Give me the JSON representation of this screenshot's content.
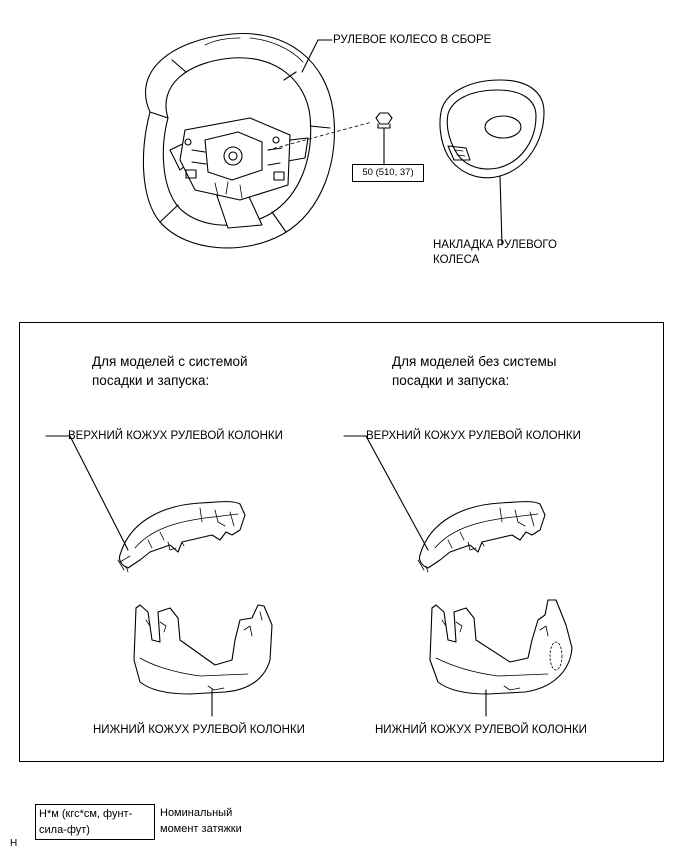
{
  "diagram": {
    "labels": {
      "steering_wheel_assy": "РУЛЕВОЕ КОЛЕСО В СБОРЕ",
      "torque_value": "50 (510, 37)",
      "pad_line1": "НАКЛАДКА РУЛЕВОГО",
      "pad_line2": "КОЛЕСА"
    },
    "left_column": {
      "heading": "Для моделей с системой\nпосадки и запуска:",
      "upper_cover": "ВЕРХНИЙ КОЖУХ РУЛЕВОЙ КОЛОНКИ",
      "lower_cover": "НИЖНИЙ КОЖУХ РУЛЕВОЙ КОЛОНКИ"
    },
    "right_column": {
      "heading": "Для моделей без системы\nпосадки и запуска:",
      "upper_cover": "ВЕРХНИЙ КОЖУХ РУЛЕВОЙ КОЛОНКИ",
      "lower_cover": "НИЖНИЙ КОЖУХ РУЛЕВОЙ КОЛОНКИ"
    },
    "legend": {
      "units": "Н*м (кгс*см, фунт-\nсила-фут)",
      "description": "Номинальный\nмомент затяжки"
    },
    "corner_mark": "H"
  }
}
